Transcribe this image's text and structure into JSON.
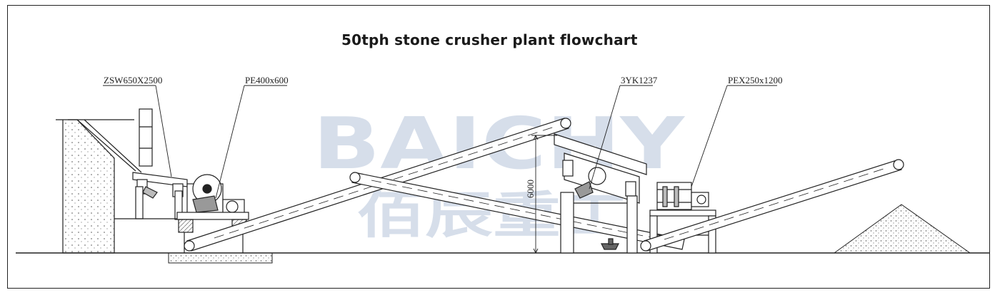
{
  "title": "50tph stone crusher plant flowchart",
  "watermark": {
    "brand": "BAICHY",
    "subtitle": "佰辰重工"
  },
  "labels": {
    "feeder": "ZSW650X2500",
    "jaw_crusher": "PE400x600",
    "screen": "3YK1237",
    "fine_jaw": "PEX250x1200",
    "height_dim": "6000"
  },
  "colors": {
    "line": "#222222",
    "watermark": "#c9d4e4",
    "background": "#ffffff"
  }
}
